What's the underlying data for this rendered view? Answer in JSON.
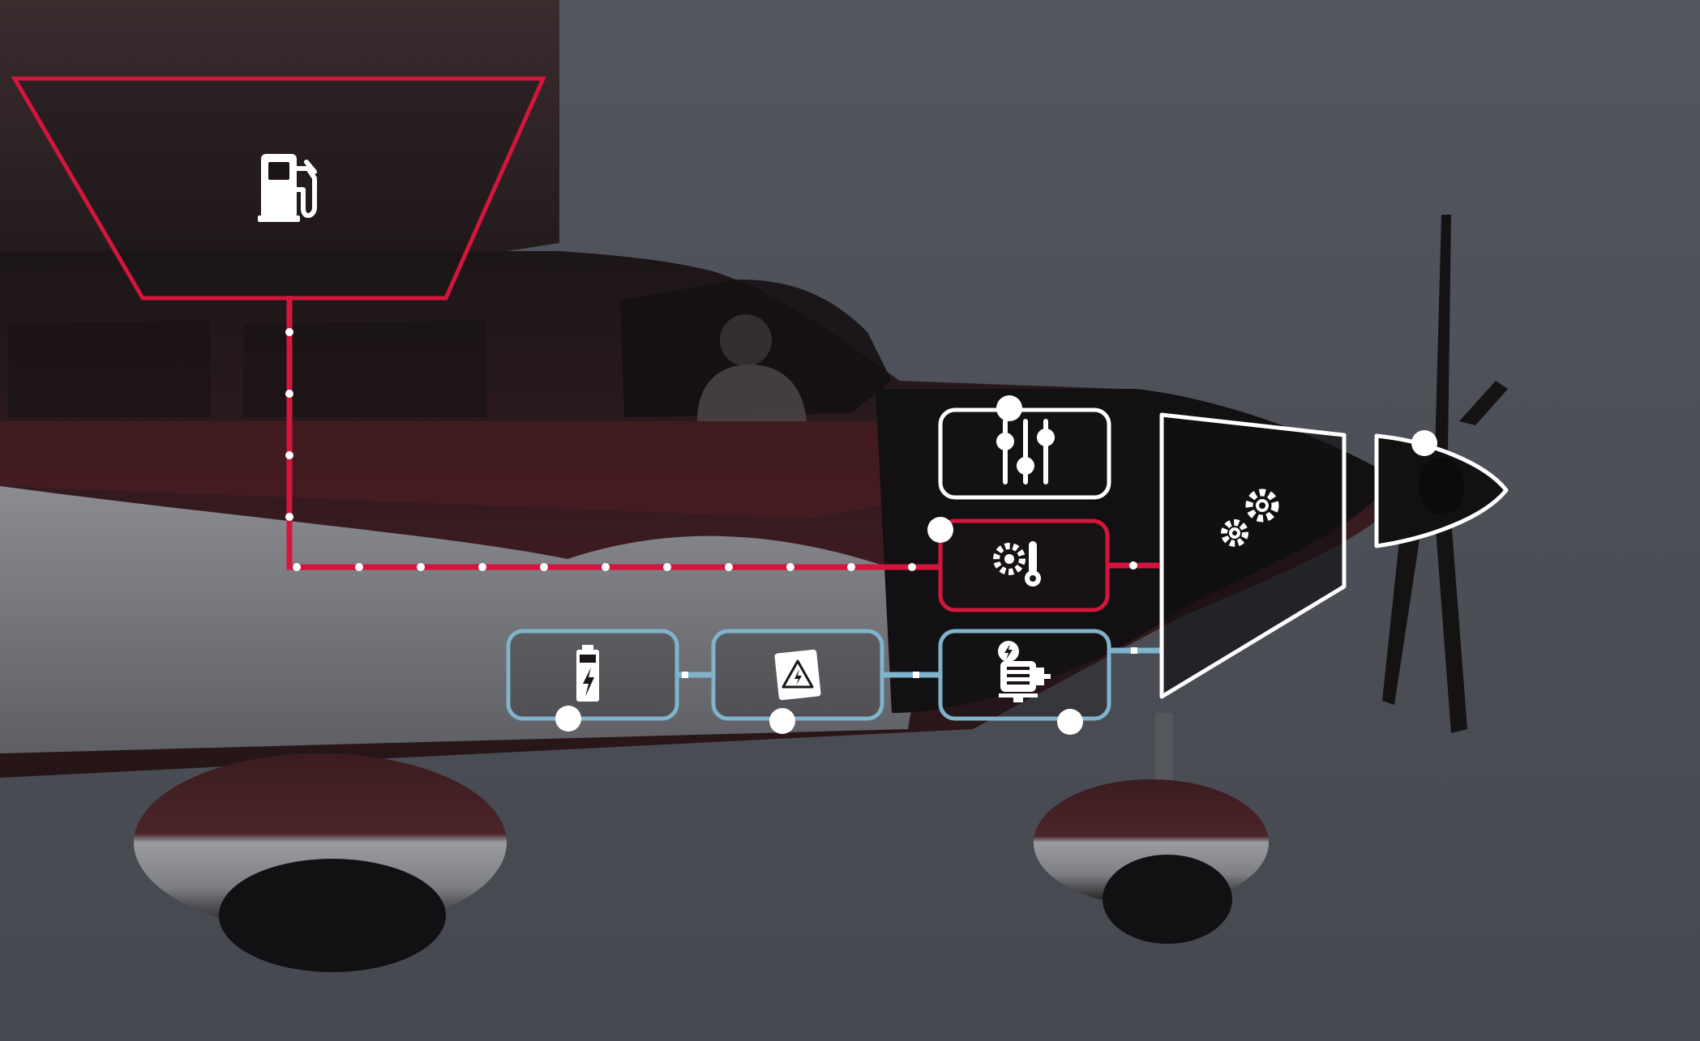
{
  "diagram": {
    "colors": {
      "background": "#4d5058",
      "fuel_line": "#d4163c",
      "electric_line": "#7fb4cc",
      "control_line": "#ffffff",
      "fuselage_dark": "#1a1416",
      "fuselage_red": "#3a1a1e",
      "belly_grey": "#7a7c80",
      "icon_white": "#ffffff"
    },
    "components": [
      {
        "id": "fuel-tank",
        "icon": "fuel-pump-icon",
        "system": "fuel"
      },
      {
        "id": "controller",
        "icon": "sliders-icon",
        "system": "control"
      },
      {
        "id": "thermal-engine",
        "icon": "gear-thermometer-icon",
        "system": "fuel"
      },
      {
        "id": "battery",
        "icon": "battery-icon",
        "system": "electric"
      },
      {
        "id": "power-electronics",
        "icon": "high-voltage-icon",
        "system": "electric"
      },
      {
        "id": "electric-motor",
        "icon": "electric-motor-icon",
        "system": "electric"
      },
      {
        "id": "gearbox",
        "icon": "gears-icon",
        "system": "mechanical"
      },
      {
        "id": "propeller",
        "icon": "propeller-spinner",
        "system": "mechanical"
      }
    ]
  }
}
